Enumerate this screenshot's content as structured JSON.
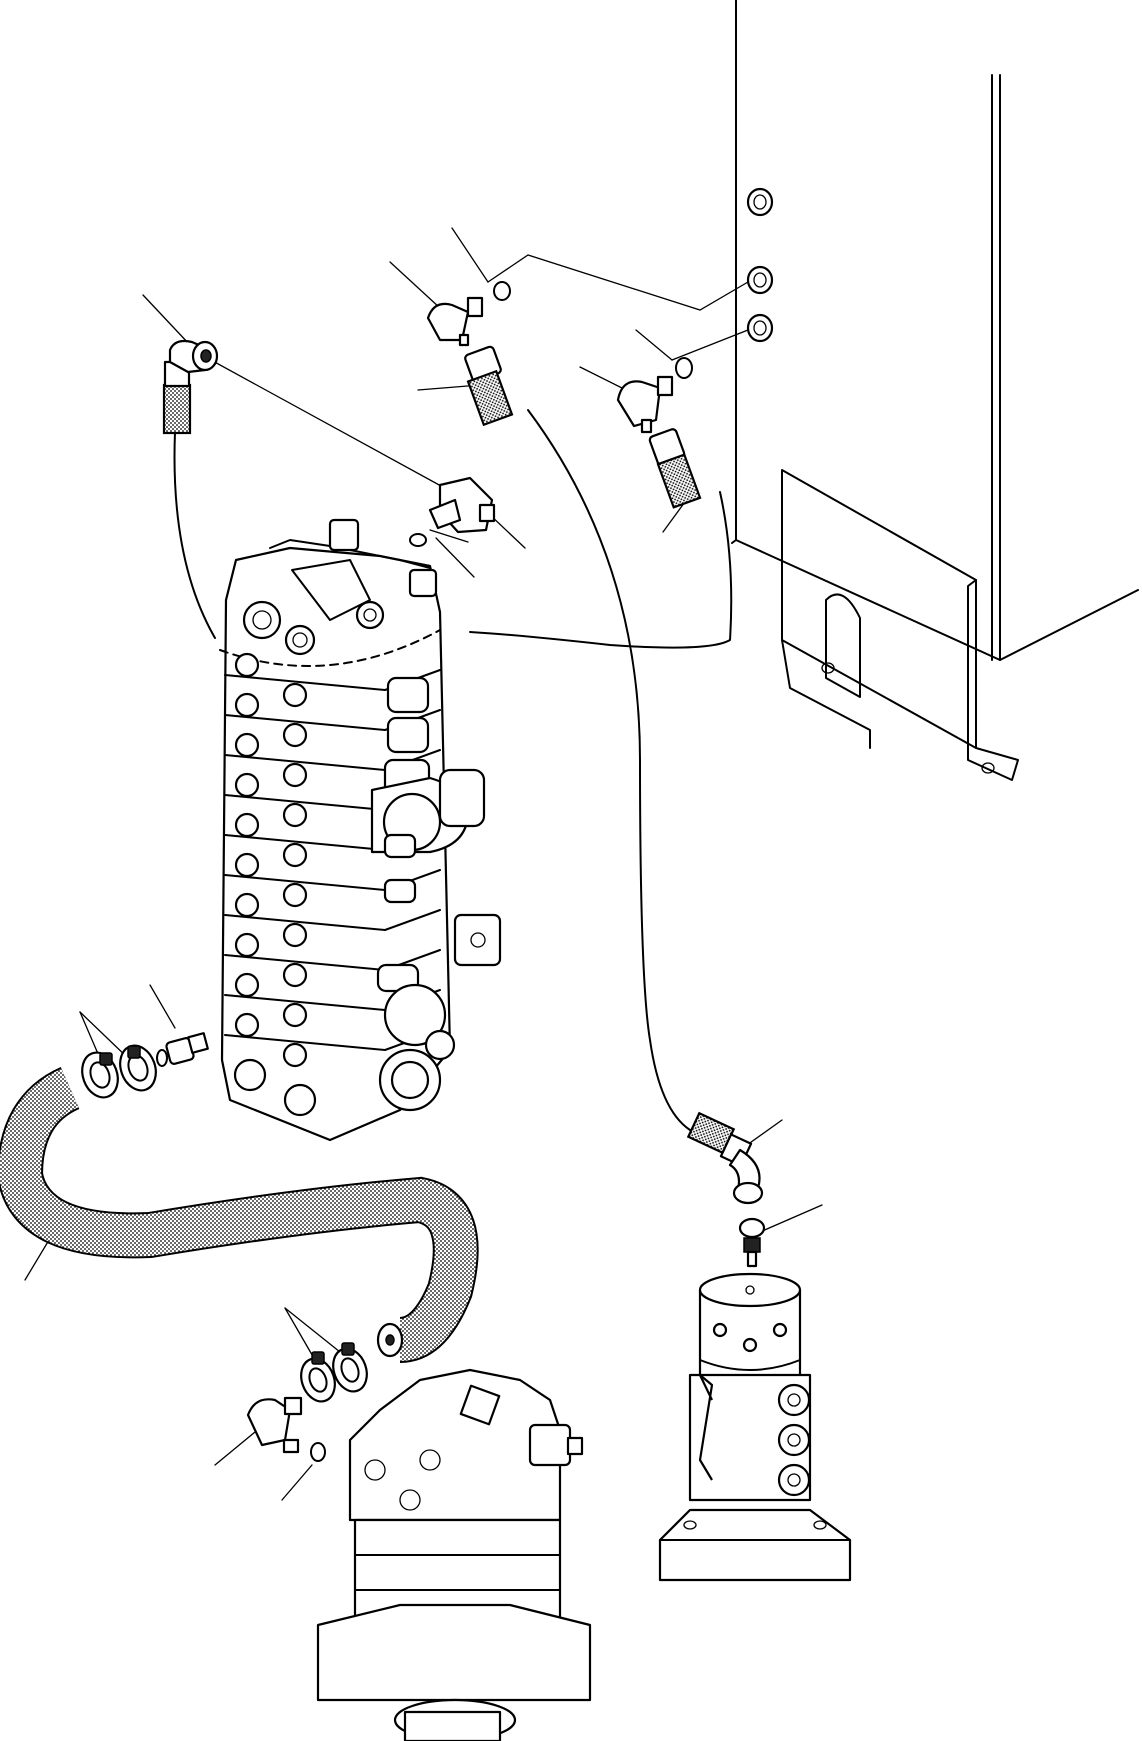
{
  "figure": {
    "kind": "exploded hydraulic parts diagram",
    "caption": ""
  },
  "callouts": [],
  "icons": [
    "leader-line",
    "hose",
    "elbow-fitting",
    "o-ring",
    "hose-clamp",
    "connector",
    "control-valve",
    "swivel-joint",
    "swing-motor",
    "hydraulic-tank"
  ]
}
